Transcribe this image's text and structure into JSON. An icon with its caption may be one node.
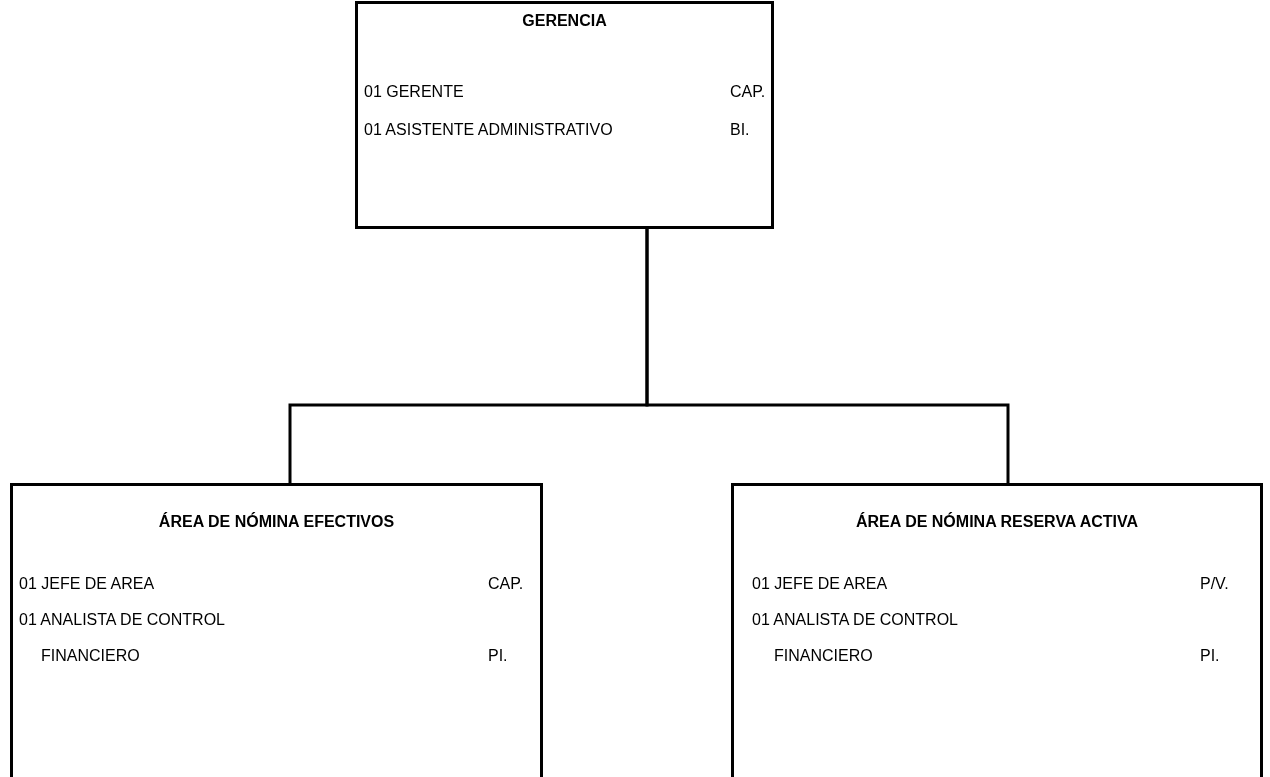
{
  "diagram": {
    "nodes": [
      {
        "text": [
          "GERENCIA",
          "01 GERENTE",
          "CAP.",
          "01 ASISTENTE ADMINISTRATIVO",
          "BI."
        ]
      },
      {
        "text": [
          "ÁREA DE NÓMINA EFECTIVOS",
          "01 JEFE DE AREA",
          "CAP.",
          "01 ANALISTA DE CONTROL FINANCIERO",
          "PI."
        ]
      },
      {
        "text": [
          "ÁREA DE NÓMINA RESERVA ACTIVA",
          "01 JEFE DE AREA",
          "P/V.",
          "01 ANALISTA DE CONTROL FINANCIERO",
          "PI."
        ]
      }
    ],
    "edges": [
      {
        "from": 0,
        "to": 1,
        "arrow": "none"
      },
      {
        "from": 0,
        "to": 2,
        "arrow": "none"
      }
    ]
  }
}
